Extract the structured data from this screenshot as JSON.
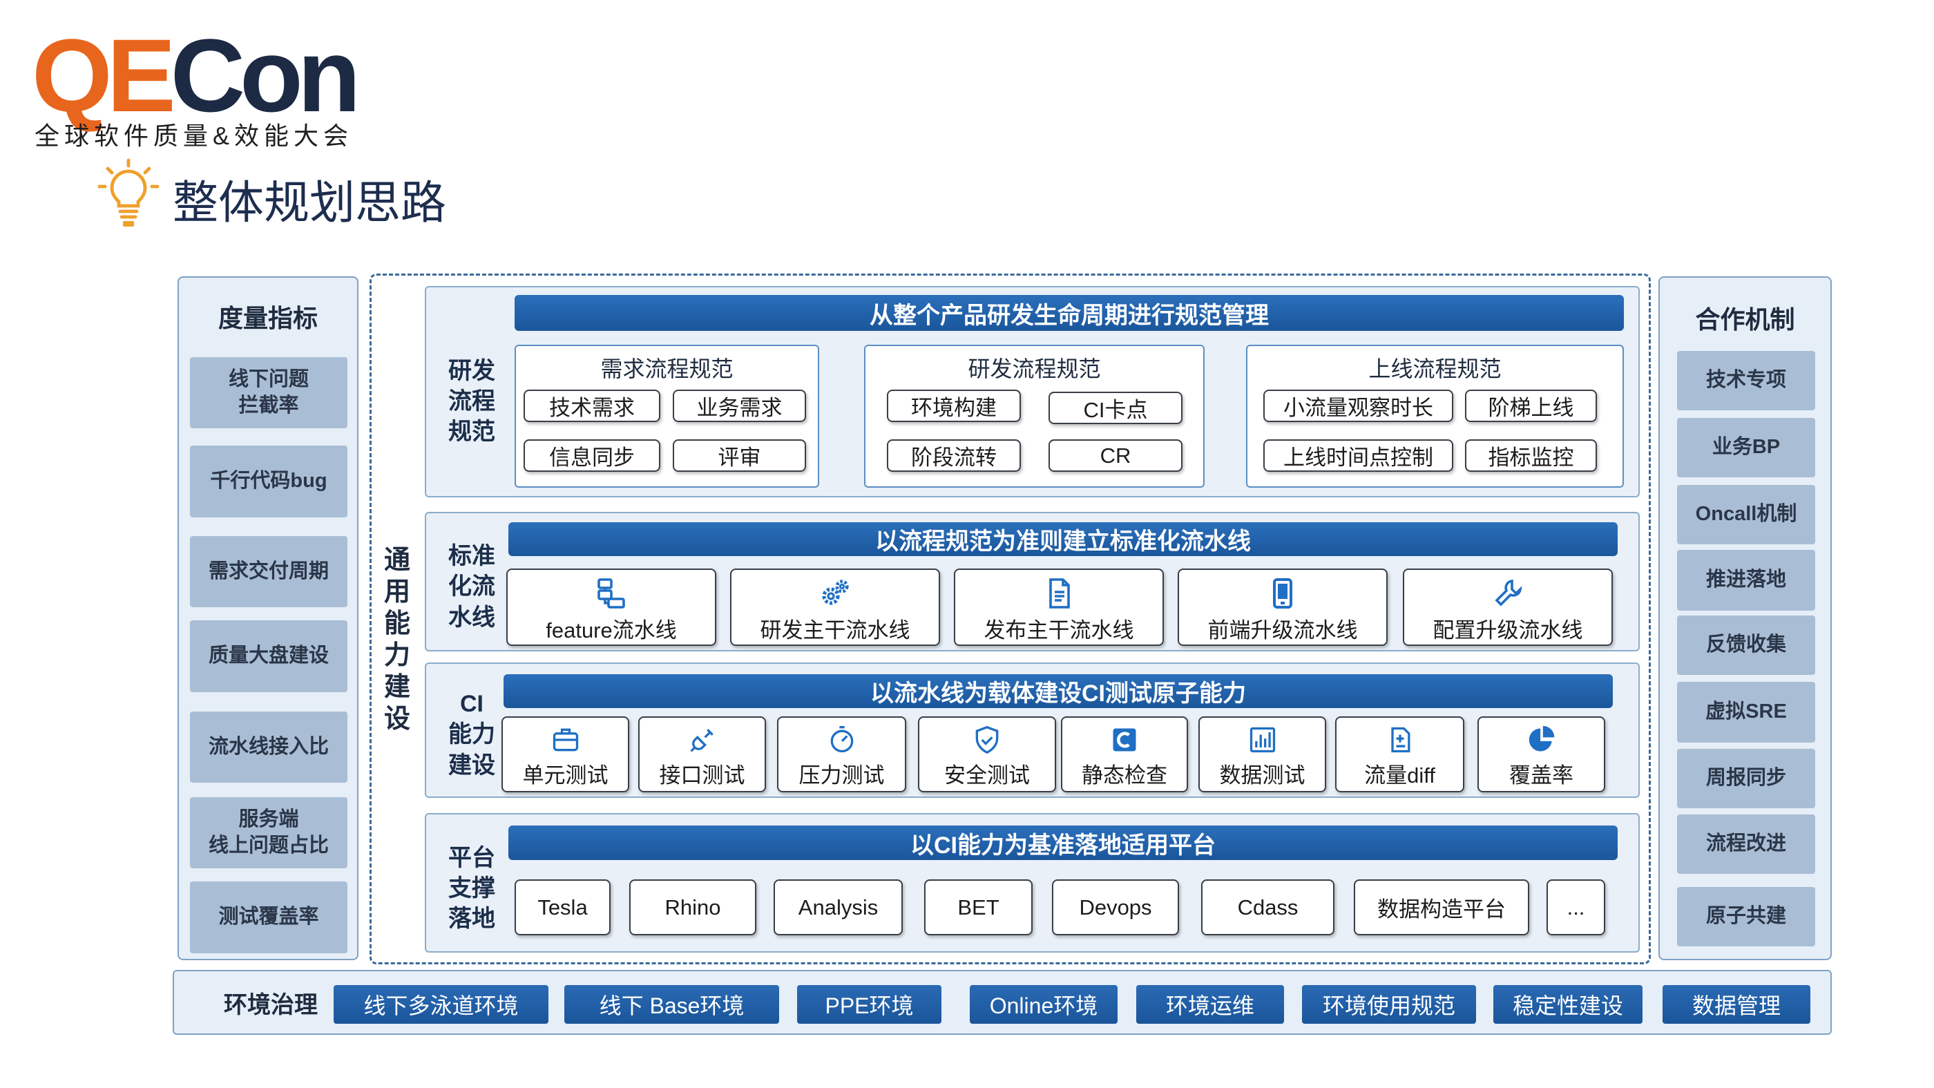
{
  "logo": {
    "mark_orange": "QE",
    "mark_dark": "Con",
    "subtitle": "全球软件质量&效能大会"
  },
  "page_title": "整体规划思路",
  "metrics": {
    "header": "度量指标",
    "items": [
      "线下问题\n拦截率",
      "千行代码bug",
      "需求交付周期",
      "质量大盘建设",
      "流水线接入比",
      "服务端\n线上问题占比",
      "测试覆盖率"
    ]
  },
  "cooperation": {
    "header": "合作机制",
    "items": [
      "技术专项",
      "业务BP",
      "Oncall机制",
      "推进落地",
      "反馈收集",
      "虚拟SRE",
      "周报同步",
      "流程改进",
      "原子共建"
    ]
  },
  "general_capability": "通用能力建设",
  "process": {
    "label": "研发\n流程\n规范",
    "banner": "从整个产品研发生命周期进行规范管理",
    "groups": [
      {
        "title": "需求流程规范",
        "items": [
          "技术需求",
          "业务需求",
          "信息同步",
          "评审"
        ]
      },
      {
        "title": "研发流程规范",
        "items": [
          "环境构建",
          "CI卡点",
          "阶段流转",
          "CR"
        ]
      },
      {
        "title": "上线流程规范",
        "items": [
          "小流量观察时长",
          "阶梯上线",
          "上线时间点控制",
          "指标监控"
        ]
      }
    ]
  },
  "pipeline": {
    "label": "标准\n化流\n水线",
    "banner": "以流程规范为准则建立标准化流水线",
    "items": [
      {
        "label": "feature流水线",
        "icon": "flowchart-icon"
      },
      {
        "label": "研发主干流水线",
        "icon": "gears-icon"
      },
      {
        "label": "发布主干流水线",
        "icon": "document-icon"
      },
      {
        "label": "前端升级流水线",
        "icon": "phone-icon"
      },
      {
        "label": "配置升级流水线",
        "icon": "wrench-icon"
      }
    ]
  },
  "ci": {
    "label": "CI\n能力\n建设",
    "banner": "以流水线为载体建设CI测试原子能力",
    "items": [
      {
        "label": "单元测试",
        "icon": "briefcase-icon"
      },
      {
        "label": "接口测试",
        "icon": "plug-icon"
      },
      {
        "label": "压力测试",
        "icon": "gauge-icon"
      },
      {
        "label": "安全测试",
        "icon": "shield-check-icon"
      },
      {
        "label": "静态检查",
        "icon": "code-scan-icon"
      },
      {
        "label": "数据测试",
        "icon": "bar-chart-icon"
      },
      {
        "label": "流量diff",
        "icon": "document-plus-icon"
      },
      {
        "label": "覆盖率",
        "icon": "pie-chart-icon"
      }
    ]
  },
  "platform": {
    "label": "平台\n支撑\n落地",
    "banner": "以CI能力为基准落地适用平台",
    "items": [
      "Tesla",
      "Rhino",
      "Analysis",
      "BET",
      "Devops",
      "Cdass",
      "数据构造平台",
      "..."
    ]
  },
  "environment": {
    "label": "环境治理",
    "items": [
      "线下多泳道环境",
      "线下 Base环境",
      "PPE环境",
      "Online环境",
      "环境运维",
      "环境使用规范",
      "稳定性建设",
      "数据管理"
    ]
  },
  "colors": {
    "logo_orange": "#e8651d",
    "logo_navy": "#1d2a44",
    "banner_blue": "#1a569b",
    "metric_item": "#a9bed5",
    "icon_blue": "#1f6fc4",
    "bulb_orange": "#f0a02a"
  }
}
